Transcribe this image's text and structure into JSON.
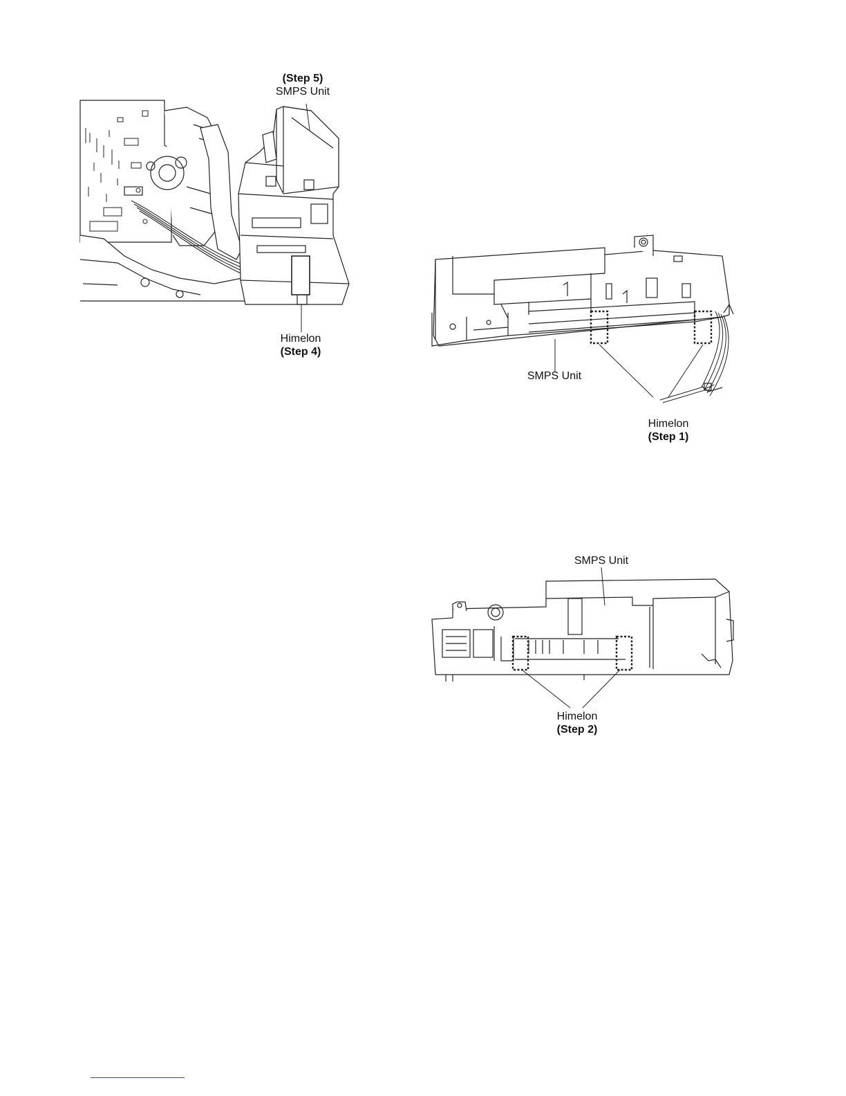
{
  "figure_left": {
    "top_label": {
      "step": "(Step 5)",
      "name": "SMPS Unit"
    },
    "bottom_label": {
      "name": "Himelon",
      "step": "(Step 4)"
    }
  },
  "figure_right_top": {
    "label_smps": {
      "name": "SMPS Unit"
    },
    "label_himelon": {
      "name": "Himelon",
      "step": "(Step 1)"
    }
  },
  "figure_right_bottom": {
    "label_smps": {
      "name": "SMPS Unit"
    },
    "label_himelon": {
      "name": "Himelon",
      "step": "(Step 2)"
    }
  },
  "colors": {
    "line": "#222222",
    "footer_rule": "#1a4fd0"
  }
}
